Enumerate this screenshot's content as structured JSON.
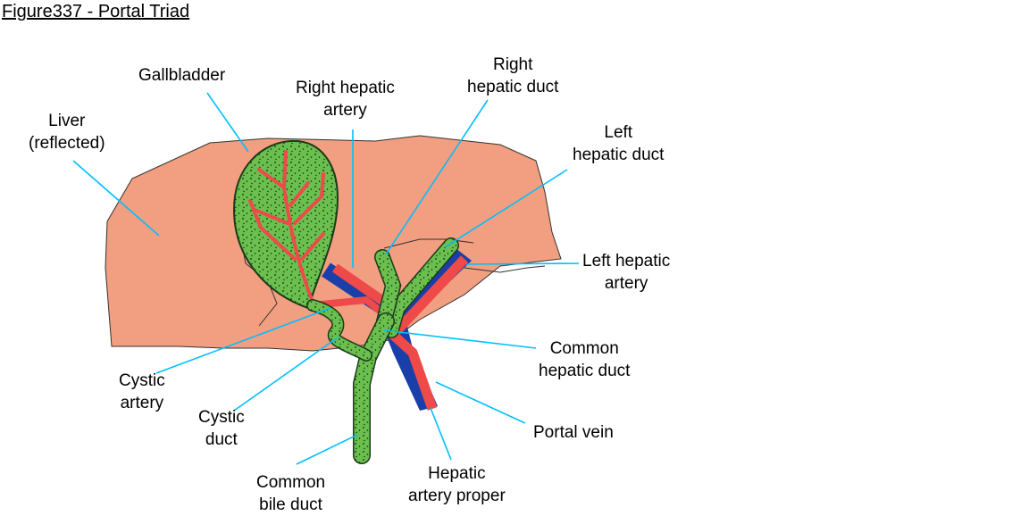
{
  "title": "Figure337 - Portal Triad",
  "colors": {
    "liver": "#f29e80",
    "gallbladder": "#6bbf4f",
    "artery": "#ee4a4a",
    "vein": "#1b3fa8",
    "leader": "#00bfff",
    "outline": "#222222"
  },
  "labels": {
    "gallbladder": "Gallbladder",
    "liver": "Liver\n(reflected)",
    "right_hepatic_artery": "Right hepatic\nartery",
    "right_hepatic_duct": "Right\nhepatic duct",
    "left_hepatic_duct": "Left\nhepatic duct",
    "left_hepatic_artery": "Left hepatic\nartery",
    "common_hepatic_duct": "Common\nhepatic duct",
    "cystic_artery": "Cystic\nartery",
    "cystic_duct": "Cystic\nduct",
    "portal_vein": "Portal vein",
    "common_bile_duct": "Common\nbile duct",
    "hepatic_artery_proper": "Hepatic\nartery proper"
  }
}
